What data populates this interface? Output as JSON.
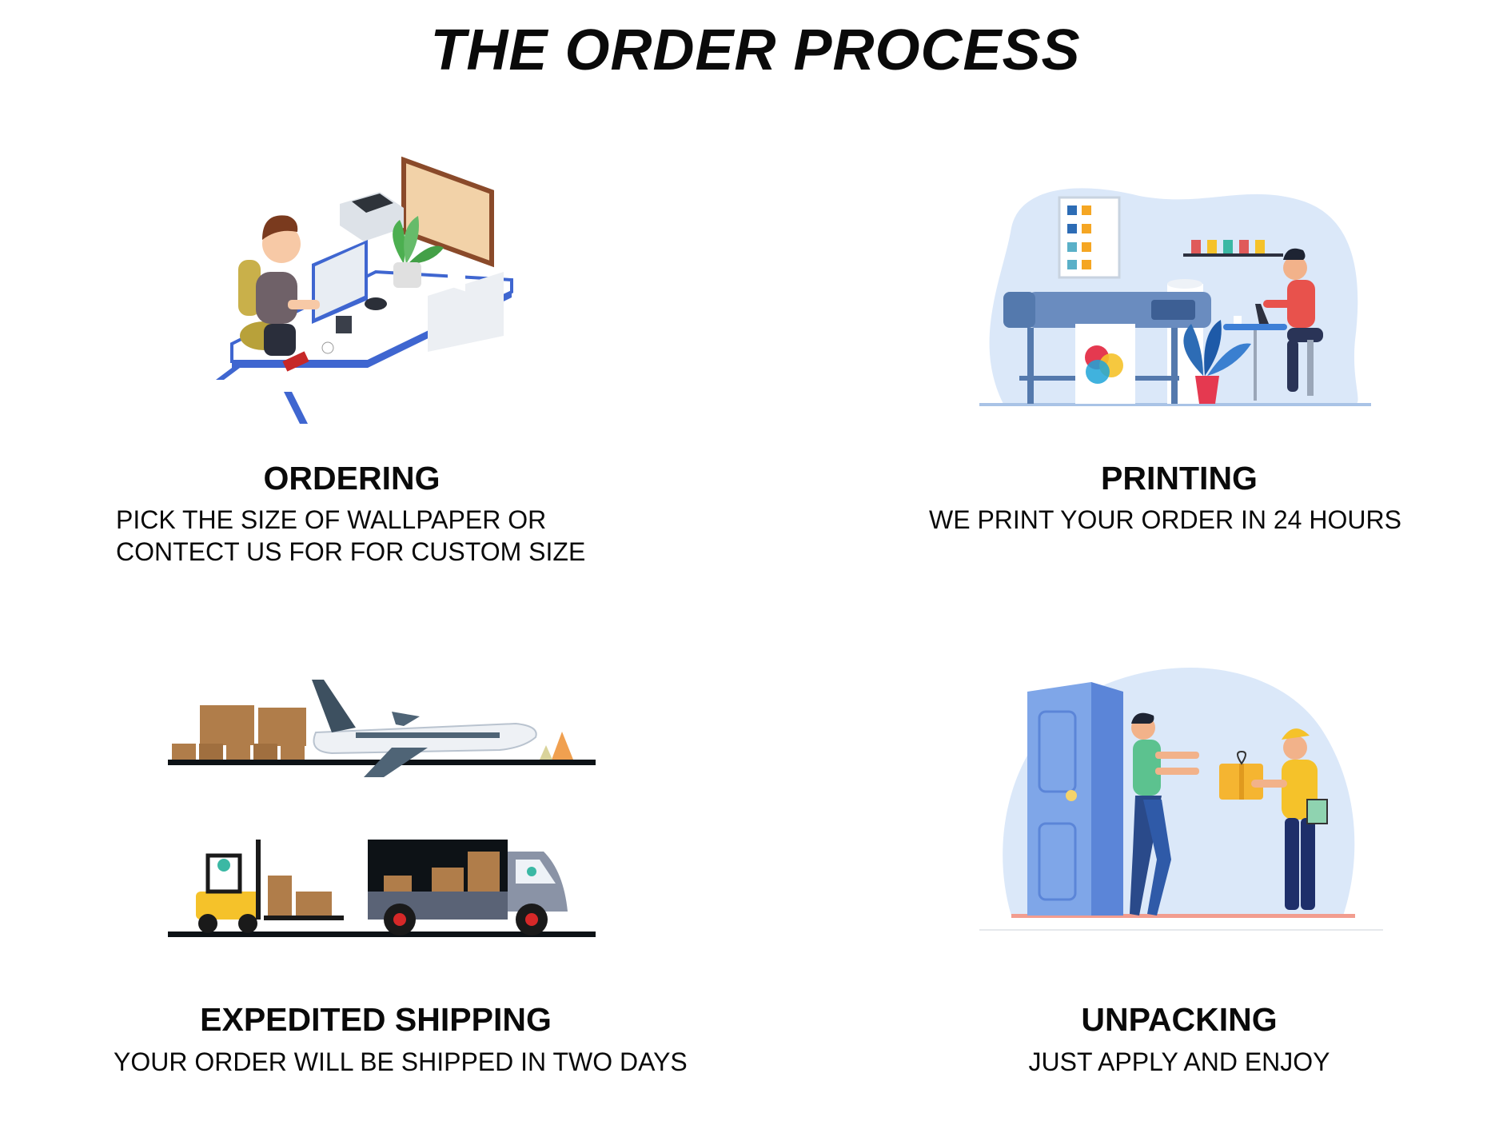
{
  "page": {
    "title": "THE ORDER PROCESS"
  },
  "colors": {
    "accent_blue": "#3f66d0",
    "light_blue": "#dbe8f9",
    "box_brown": "#b07d4a",
    "yellow": "#f5c22a",
    "dark": "#0d1216"
  },
  "steps": [
    {
      "title": "ORDERING",
      "description_lines": [
        "PICK THE SIZE OF WALLPAPER OR",
        "CONTECT US FOR FOR CUSTOM SIZE"
      ],
      "illustration": "office-desk-illustration"
    },
    {
      "title": "PRINTING",
      "description_lines": [
        "WE PRINT YOUR ORDER IN 24 HOURS"
      ],
      "illustration": "printer-illustration"
    },
    {
      "title": "EXPEDITED SHIPPING",
      "description_lines": [
        "YOUR ORDER WILL BE SHIPPED IN TWO DAYS"
      ],
      "illustration": "shipping-illustration"
    },
    {
      "title": "UNPACKING",
      "description_lines": [
        "JUST APPLY AND ENJOY"
      ],
      "illustration": "delivery-illustration"
    }
  ]
}
